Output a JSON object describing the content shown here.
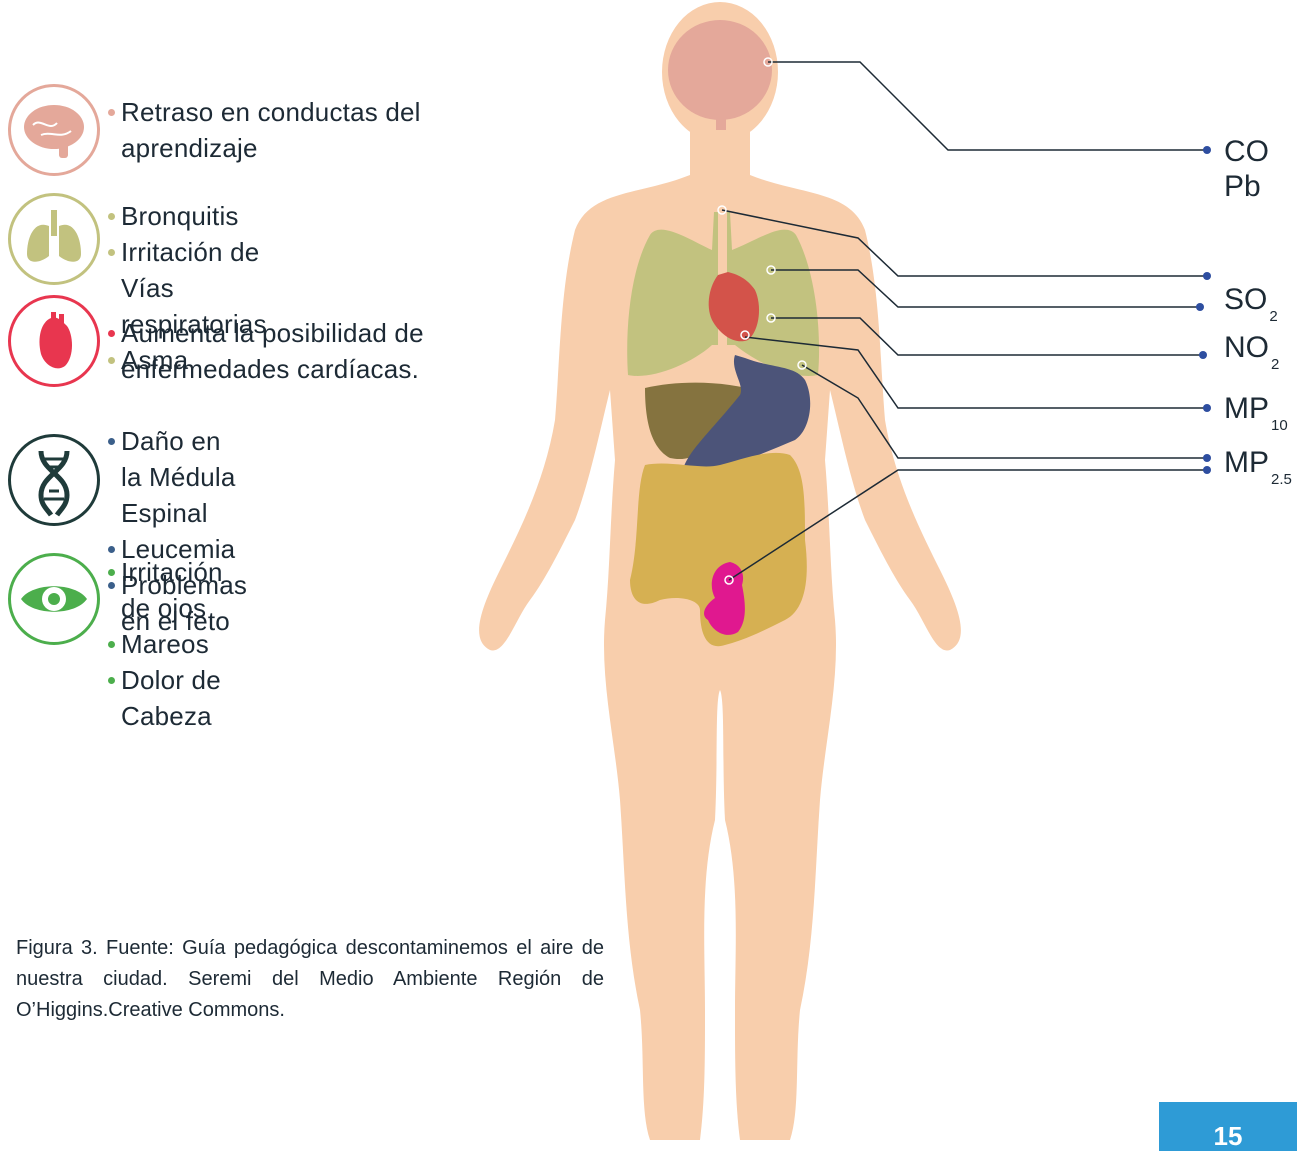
{
  "effects": [
    {
      "id": "brain",
      "icon": "brain-icon",
      "color": "#e4a89a",
      "items": [
        "Retraso en conductas del aprendizaje"
      ]
    },
    {
      "id": "lungs",
      "icon": "lungs-icon",
      "color": "#c2c27f",
      "items": [
        "Bronquitis",
        "Irritación de Vías respiratorias",
        "Asma"
      ]
    },
    {
      "id": "heart",
      "icon": "heart-icon",
      "color": "#e8364f",
      "items": [
        "Aumenta la posibilidad de enfermedades cardíacas."
      ]
    },
    {
      "id": "dna",
      "icon": "dna-icon",
      "color": "#1f3b3a",
      "items": [
        "Daño en la Médula Espinal",
        "Leucemia",
        "Problemas en el feto"
      ]
    },
    {
      "id": "eye",
      "icon": "eye-icon",
      "color": "#4cae4c",
      "items": [
        "Irritación de ojos",
        "Mareos",
        "Dolor de Cabeza"
      ]
    }
  ],
  "pollutants": {
    "co": "CO",
    "pb": "Pb",
    "so2": {
      "base": "SO",
      "sub": "2"
    },
    "no2": {
      "base": "NO",
      "sub": "2"
    },
    "mp10": {
      "base": "MP",
      "sub": "10"
    },
    "mp25": {
      "base": "MP",
      "sub": "2.5"
    }
  },
  "caption": "Figura 3. Fuente: Guía pedagógica descontaminemos el aire de nuestra ciudad. Seremi del Medio Ambiente Región de O’Higgins.Creative Commons.",
  "page_number": "15",
  "colors": {
    "skin": "#f8ceac",
    "brain": "#e4a89a",
    "lungs": "#c2c27f",
    "heart": "#d3534a",
    "liver": "#85733f",
    "stomach": "#4c5479",
    "intestine": "#d6b052",
    "fetus": "#e0188f",
    "connector": "#1d2a35",
    "marker": "#2e4ea0",
    "page_badge": "#2e9bd6"
  }
}
